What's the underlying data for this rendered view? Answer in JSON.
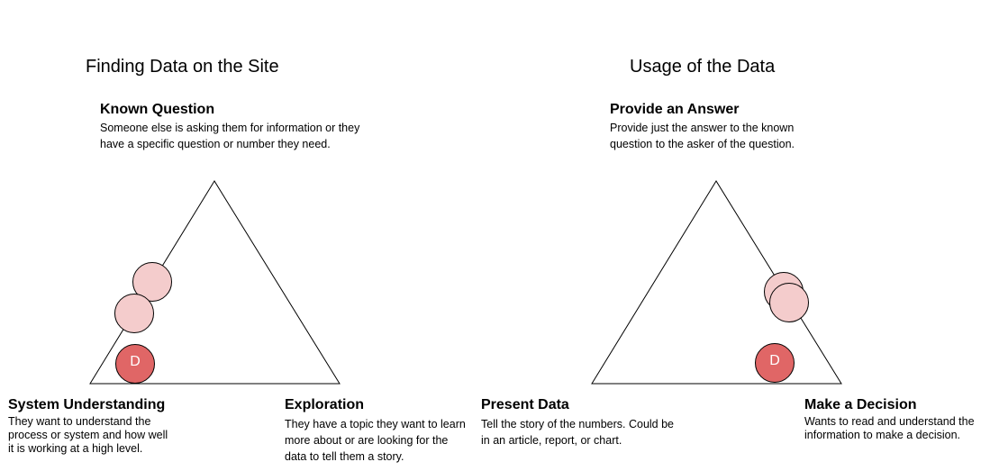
{
  "left_panel": {
    "heading": "Finding Data on the Site",
    "top": {
      "title": "Known Question",
      "description": "Someone else is asking them for information or they have a specific question or number they need."
    },
    "bottom_left": {
      "title": "System Understanding",
      "description": "They want to understand the process or system and how well it is working at a high level."
    },
    "bottom_right": {
      "title": "Exploration",
      "description": "They have a topic they want to learn more about or are looking for the data to tell them a story."
    },
    "marker_label": "D"
  },
  "right_panel": {
    "heading": "Usage of the Data",
    "top": {
      "title": "Provide an Answer",
      "description": "Provide just the answer to the known question to the asker of the question."
    },
    "bottom_left": {
      "title": "Present Data",
      "description": "Tell the story of the numbers.  Could be in an article, report, or chart."
    },
    "bottom_right": {
      "title": "Make a Decision",
      "description": "Wants to read and understand the information to make a decision."
    },
    "marker_label": "D"
  },
  "colors": {
    "light_circle": "#f4cccc",
    "dark_circle": "#e06666",
    "stroke": "#000000"
  }
}
